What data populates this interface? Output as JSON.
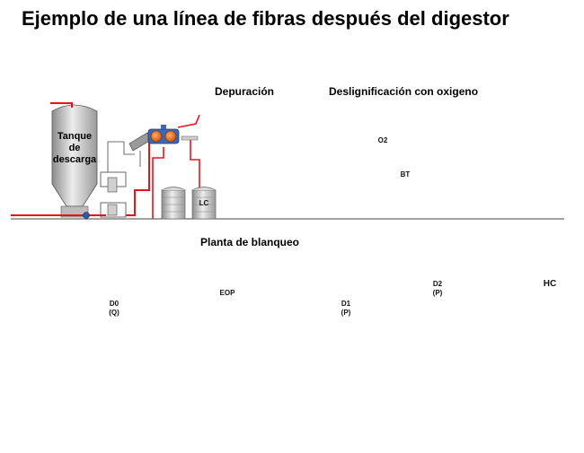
{
  "title": "Ejemplo de una línea de fibras después del digestor",
  "sections": {
    "depuracion": "Depuración",
    "deslignificacion": "Deslignificación con oxigeno",
    "blanqueo": "Planta de blanqueo"
  },
  "vessels": {
    "tanque_line1": "Tanque",
    "tanque_line2": "de",
    "tanque_line3": "descarga",
    "lc": "LC",
    "o2": "O2",
    "bt": "BT",
    "d0_line1": "D0",
    "d0_line2": "(Q)",
    "eop": "EOP",
    "d1_line1": "D1",
    "d1_line2": "(P)",
    "d2_line1": "D2",
    "d2_line2": "(P)",
    "hc": "HC"
  },
  "colors": {
    "pipe": "#e8141b",
    "vessel_light": "#e6e6e6",
    "vessel_dark": "#9a9a9a",
    "washer_orange": "#e8731c",
    "washer_blue": "#3a67b8",
    "outline": "#555555"
  }
}
